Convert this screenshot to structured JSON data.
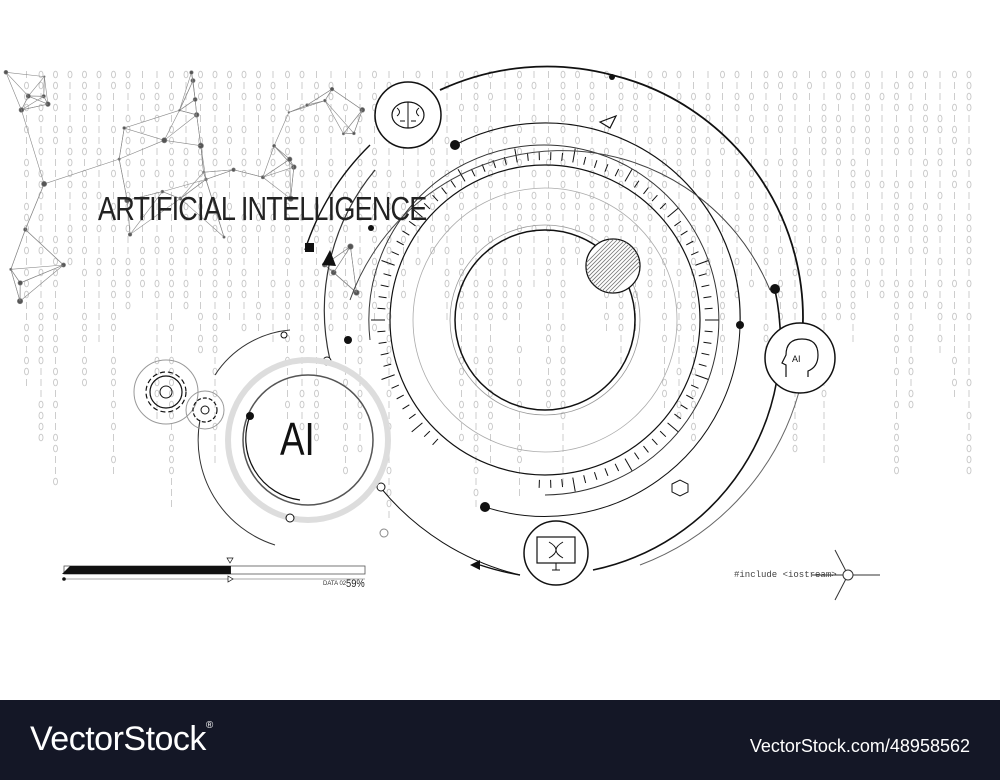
{
  "title": "ARTIFICIAL INTELLIGENCE",
  "center_label": "AI",
  "head_icon_label": "AI",
  "code_text": "#include <iostream>",
  "progress": {
    "label": "DATA 02",
    "value_text": "59%",
    "value": 59
  },
  "footer": {
    "logo": "VectorStock",
    "registered": "®",
    "reference": "VectorStock.com/48958562"
  },
  "colors": {
    "line": "#111111",
    "binary": "#c8c8c8",
    "footer_bg": "#141726"
  }
}
